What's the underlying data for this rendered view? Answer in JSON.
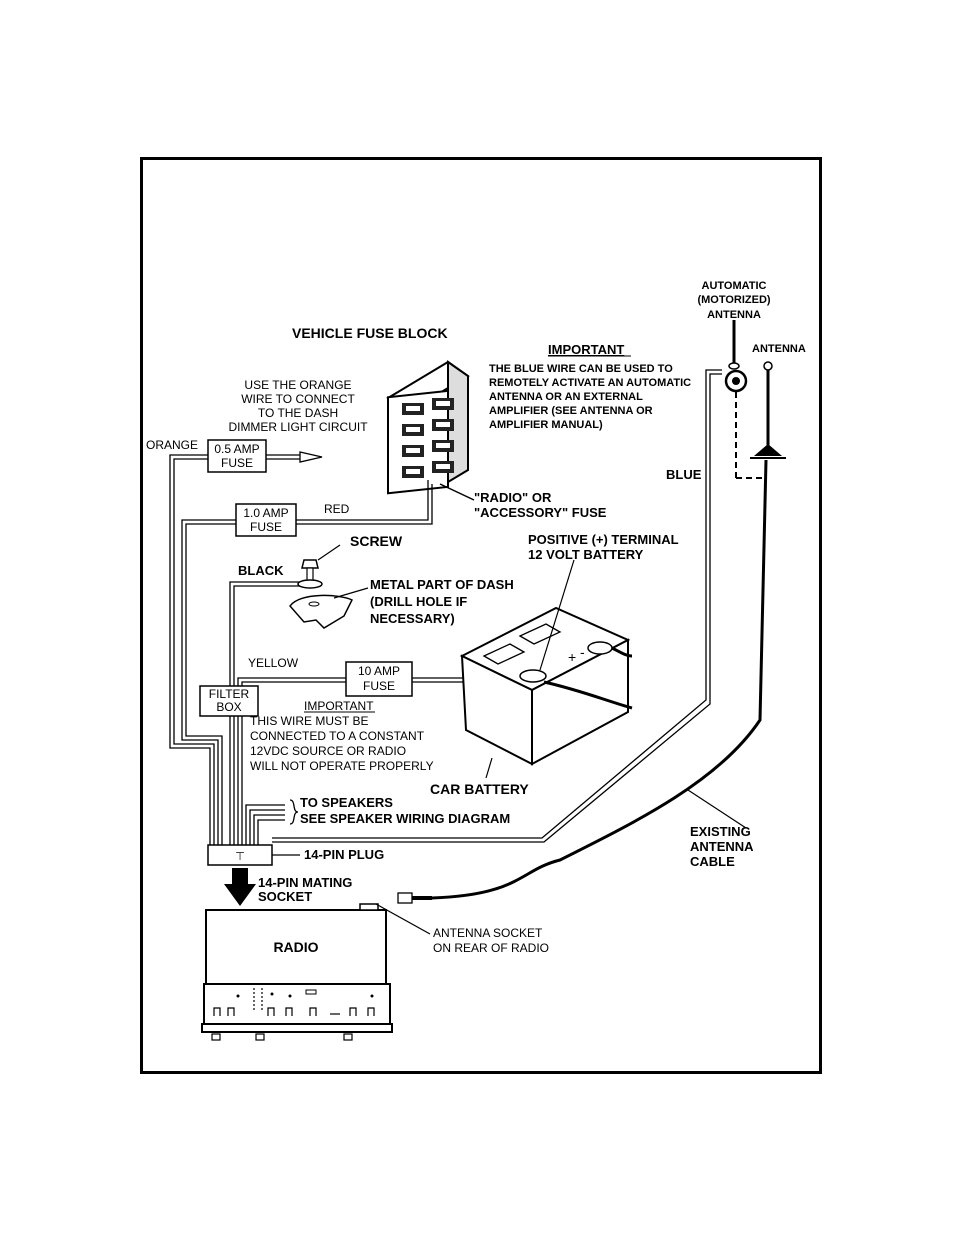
{
  "fuse_block": {
    "title": "VEHICLE FUSE BLOCK",
    "fuse_label_1": "\"RADIO\" OR",
    "fuse_label_2": "\"ACCESSORY\" FUSE"
  },
  "important_top": {
    "heading": "IMPORTANT",
    "lines": [
      "THE BLUE WIRE CAN BE USED TO",
      "REMOTELY ACTIVATE AN AUTOMATIC",
      "ANTENNA  OR  AN  EXTERNAL",
      "AMPLIFIER  (SEE  ANTENNA  OR",
      "AMPLIFIER MANUAL)"
    ]
  },
  "orange_note": {
    "lines": [
      "USE THE ORANGE",
      "WIRE TO CONNECT",
      "TO THE DASH",
      "DIMMER LIGHT CIRCUIT"
    ]
  },
  "wires": {
    "orange": "ORANGE",
    "red": "RED",
    "black": "BLACK",
    "yellow": "YELLOW",
    "blue": "BLUE"
  },
  "fuses": {
    "fuse_05": [
      "0.5 AMP",
      "FUSE"
    ],
    "fuse_10": [
      "1.0 AMP",
      "FUSE"
    ],
    "fuse_10a": [
      "10 AMP",
      "FUSE"
    ]
  },
  "screw": {
    "label": "SCREW",
    "metal_lines": [
      "METAL PART OF DASH",
      "(DRILL HOLE IF",
      "NECESSARY)"
    ]
  },
  "battery": {
    "terminal_lines": [
      "POSITIVE  (+) TERMINAL",
      "12 VOLT  BATTERY"
    ],
    "label": "CAR BATTERY"
  },
  "filter_box": [
    "FILTER",
    "BOX"
  ],
  "important_bottom": {
    "heading": "IMPORTANT",
    "lines": [
      "THIS WIRE MUST BE",
      "CONNECTED TO A CONSTANT",
      "12VDC SOURCE OR RADIO",
      "WILL NOT OPERATE PROPERLY"
    ]
  },
  "speakers": [
    "TO SPEAKERS",
    "SEE SPEAKER WIRING DIAGRAM"
  ],
  "plug": {
    "label": "14-PIN PLUG",
    "mating": [
      "14-PIN MATING",
      "SOCKET"
    ]
  },
  "radio": {
    "label": "RADIO",
    "antenna_socket": [
      "ANTENNA SOCKET",
      "ON REAR OF RADIO"
    ]
  },
  "antennas": {
    "automatic": [
      "AUTOMATIC",
      "(MOTORIZED)",
      "ANTENNA"
    ],
    "antenna": "ANTENNA",
    "cable": [
      "EXISTING",
      "ANTENNA",
      "CABLE"
    ]
  }
}
